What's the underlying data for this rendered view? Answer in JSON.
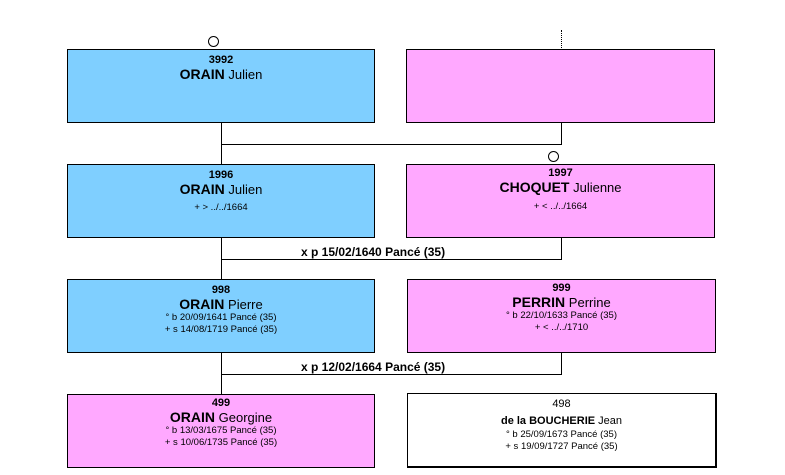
{
  "persons": {
    "p3992": {
      "num": "3992",
      "surname": "ORAIN",
      "given": "Julien",
      "events": []
    },
    "p1996": {
      "num": "1996",
      "surname": "ORAIN",
      "given": "Julien",
      "events": [
        "+ > ../../1664"
      ]
    },
    "p1997": {
      "num": "1997",
      "surname": "CHOQUET",
      "given": "Julienne",
      "events": [
        "+ < ../../1664"
      ]
    },
    "p998": {
      "num": "998",
      "surname": "ORAIN",
      "given": "Pierre",
      "events": [
        "° b 20/09/1641 Pancé (35)",
        "+ s 14/08/1719 Pancé (35)"
      ]
    },
    "p999": {
      "num": "999",
      "surname": "PERRIN",
      "given": "Perrine",
      "events": [
        "° b 22/10/1633 Pancé (35)",
        "+ < ../../1710"
      ]
    },
    "p499": {
      "num": "499",
      "surname": "ORAIN",
      "given": "Georgine",
      "events": [
        "° b 13/03/1675 Pancé (35)",
        "+ s 10/06/1735 Pancé (35)"
      ]
    },
    "p498": {
      "num": "498",
      "surname": "de la BOUCHERIE",
      "given": "Jean",
      "events": [
        "° b 25/09/1673 Pancé (35)",
        "+ s 19/09/1727 Pancé (35)"
      ]
    }
  },
  "marriages": {
    "m1": "x p 15/02/1640 Pancé (35)",
    "m2": "x p 12/02/1664 Pancé (35)"
  },
  "colors": {
    "male": "#7fcfff",
    "female": "#ffa8ff",
    "unknown": "#ffffff"
  }
}
